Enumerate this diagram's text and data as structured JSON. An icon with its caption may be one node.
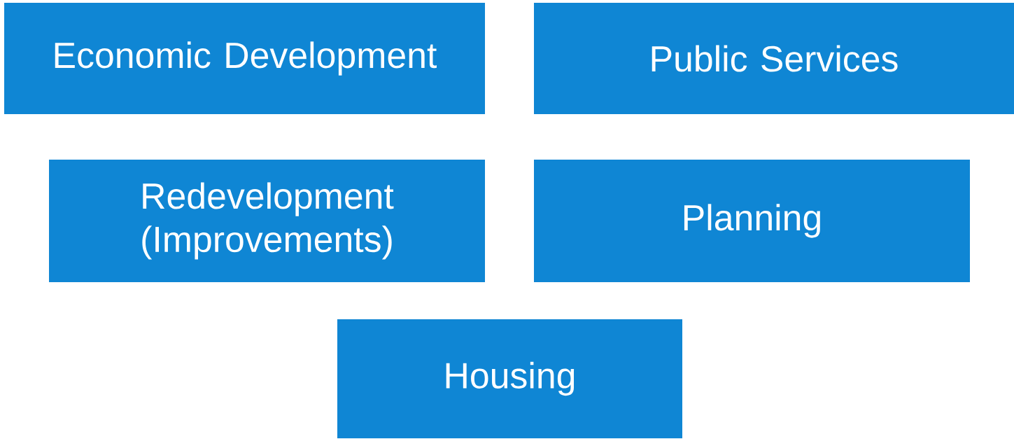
{
  "diagram": {
    "nodes": [
      {
        "text": [
          "Economic Development"
        ]
      },
      {
        "text": [
          "Public Services"
        ]
      },
      {
        "text": [
          "Redevelopment (Improvements)"
        ]
      },
      {
        "text": [
          "Planning"
        ]
      },
      {
        "text": [
          "Housing"
        ]
      }
    ],
    "edges": []
  }
}
